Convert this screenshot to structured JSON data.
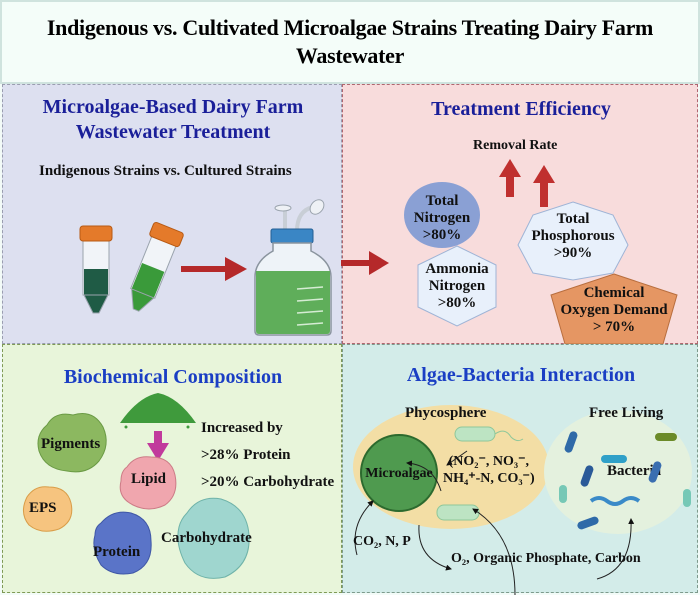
{
  "title": "Indigenous vs. Cultivated Microalgae Strains Treating Dairy Farm Wastewater",
  "panels": {
    "treatment": {
      "heading_line1": "Microalgae-Based  Dairy Farm",
      "heading_line2": "Wastewater Treatment",
      "subtitle": "Indigenous  Strains vs. Cultured Strains",
      "icons": [
        "falcon-tube-indigenous",
        "falcon-tube-cultured",
        "culture-bottle"
      ]
    },
    "efficiency": {
      "heading": "Treatment Efficiency",
      "removal_label": "Removal Rate",
      "metrics": [
        {
          "name_line1": "Total",
          "name_line2": "Nitrogen",
          "value": ">80%",
          "color": "#8aa0d4"
        },
        {
          "name_line1": "Ammonia",
          "name_line2": "Nitrogen",
          "value": ">80%",
          "color": "#e8f0fb"
        },
        {
          "name_line1": "Total",
          "name_line2": "Phosphorous",
          "value": ">90%",
          "color": "#e8f0fb"
        },
        {
          "name_line1": "Chemical",
          "name_line2": "Oxygen Demand",
          "value": "> 70%",
          "color": "#e59663"
        }
      ]
    },
    "biochemical": {
      "heading": "Biochemical Composition",
      "components": [
        "Pigments",
        "Lipid",
        "EPS",
        "Protein",
        "Carbohydrate"
      ],
      "increase_label": "Increased by",
      "increases": [
        ">28% Protein",
        ">20% Carbohydrate"
      ]
    },
    "interaction": {
      "heading": "Algae-Bacteria Interaction",
      "phycosphere": "Phycosphere",
      "microalgae": "Microalgae",
      "nutrients_line1": "(NO₂⁻, NO₃⁻,",
      "nutrients_line2": "NH₄⁺-N, CO₃⁻)",
      "free_living": "Free Living",
      "bacteria": "Bacteria",
      "inputs": "CO₂, N, P",
      "outputs": "O₂, Organic Phosphate, Carbon"
    }
  },
  "colors": {
    "heading_dark_blue": "#1a1f99",
    "heading_blue": "#1a3ec4",
    "arrow_red": "#b5292a",
    "arrow_magenta": "#c13a9c"
  }
}
